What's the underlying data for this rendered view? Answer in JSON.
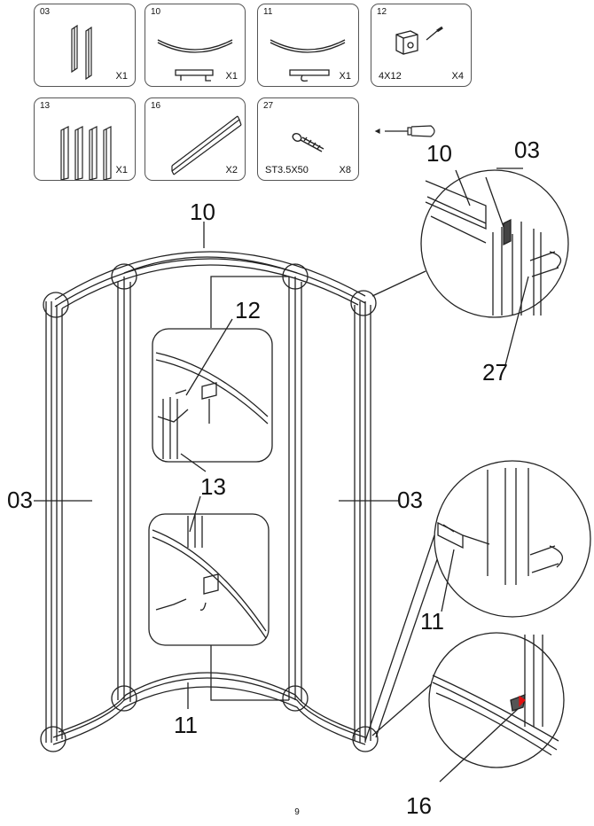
{
  "parts": [
    {
      "id": "03",
      "qty": "X1",
      "size": ""
    },
    {
      "id": "10",
      "qty": "X1",
      "size": ""
    },
    {
      "id": "11",
      "qty": "X1",
      "size": ""
    },
    {
      "id": "12",
      "qty": "X4",
      "size": "4X12"
    },
    {
      "id": "13",
      "qty": "X1",
      "size": ""
    },
    {
      "id": "16",
      "qty": "X2",
      "size": ""
    },
    {
      "id": "27",
      "qty": "X8",
      "size": "ST3.5X50"
    }
  ],
  "callouts": {
    "top_arc": "10",
    "left_panel": "03",
    "right_panel": "03",
    "detail_bracket": "12",
    "detail_channel": "13",
    "bottom_arc": "11",
    "zoom_top_track": "10",
    "zoom_top_panel": "03",
    "zoom_top_screw": "27",
    "zoom_mid_track": "11",
    "zoom_bottom_seal": "16"
  },
  "page_number": "9",
  "colors": {
    "line": "#222222",
    "card_border": "#555555",
    "arrow_red": "#e01010"
  }
}
